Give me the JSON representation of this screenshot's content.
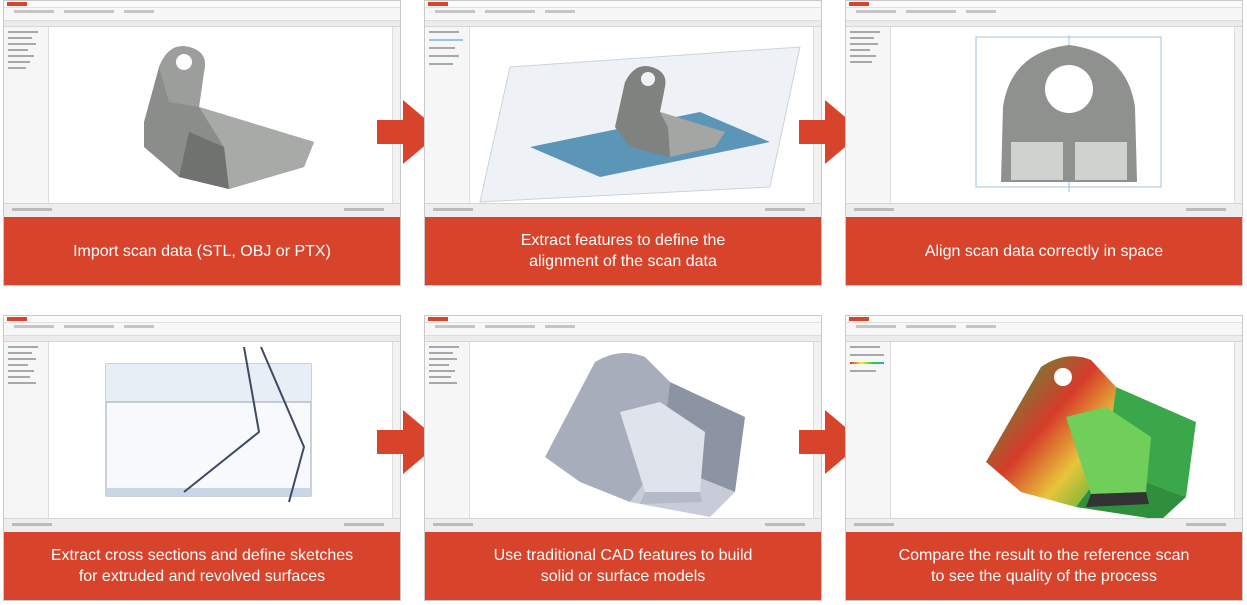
{
  "steps": [
    {
      "caption": "Import  scan data (STL, OBJ or PTX)"
    },
    {
      "caption": "Extract features to define the\nalignment of the scan data"
    },
    {
      "caption": "Align scan data correctly in space"
    },
    {
      "caption": "Extract cross sections and define sketches\nfor extruded and revolved surfaces"
    },
    {
      "caption": "Use traditional CAD features to build\nsolid or surface models"
    },
    {
      "caption": "Compare the result to the reference scan\nto see the quality of the process"
    }
  ],
  "colors": {
    "caption_bg": "#d8432b",
    "arrow": "#d8432b",
    "scan_gray": "#8a8d8a",
    "plane_blue": "#5b96b8",
    "cad_gray": "#a7adbb"
  },
  "icons": [
    "arrow-right-icon",
    "cad-model-icon"
  ]
}
